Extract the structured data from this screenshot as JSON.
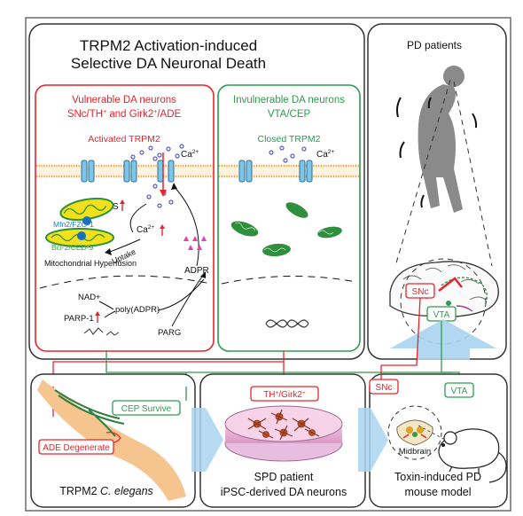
{
  "title": {
    "line1": "TRPM2 Activation-induced",
    "line2": "Selective DA Neuronal Death"
  },
  "vulnerable": {
    "heading1": "Vulnerable DA neurons",
    "heading2": "SNc/TH",
    "heading2_sup": "+",
    "heading2_rest": " and Girk2",
    "heading2_sup2": "+",
    "heading2_tail": "/ADE",
    "channel_state": "Activated TRPM2",
    "ca": "Ca",
    "ca_sup": "2+",
    "ros": "ROS",
    "ca2": "Ca",
    "ca2_sup": "2+",
    "uptake": "Uptake",
    "mfn2": "Mfn2/FZO-1",
    "bcl2": "Bcl-2/CED-9",
    "mito": "Mitochondrial Hyperfusion",
    "adpr": "ADPR",
    "nad": "NAD+",
    "parp": "PARP-1",
    "poly": "poly(ADPR)",
    "parg": "PARG"
  },
  "invulnerable": {
    "heading1": "Invulnerable DA neurons",
    "heading2": "VTA/CEP",
    "channel_state": "Closed TRPM2",
    "ca": "Ca",
    "ca_sup": "2+"
  },
  "patients": {
    "label": "PD patients",
    "snc": "SNc",
    "vta": "VTA"
  },
  "worm": {
    "cep": "CEP Survive",
    "ade": "ADE Degenerate",
    "caption_a": "TRPM2 ",
    "caption_b": "C. elegans"
  },
  "ipsc": {
    "tag_a": "TH",
    "tag_sup1": "+",
    "tag_b": "/Girk2",
    "tag_sup2": "+",
    "caption1": "SPD patient",
    "caption2": "iPSC-derived DA neurons"
  },
  "mouse": {
    "snc": "SNc",
    "vta": "VTA",
    "midbrain": "Midbrain",
    "caption1": "Toxin-induced PD",
    "caption2": "mouse model"
  },
  "colors": {
    "red": "#e8242a",
    "green": "#2e9b4e",
    "blue_arrow": "#a8d4ee",
    "membrane": "#f0a040",
    "channel": "#7fc6e6",
    "mito_green": "#2f8f3c",
    "mito_yellow": "#f2e01a",
    "dot": "#5a5ad0",
    "worm_body": "#f6c48e"
  }
}
